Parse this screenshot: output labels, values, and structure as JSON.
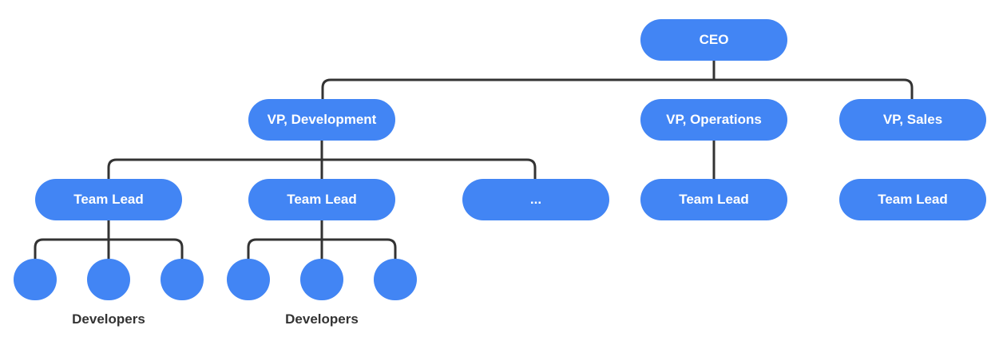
{
  "colors": {
    "node_fill": "#4285f4",
    "node_text": "#ffffff",
    "connector": "#333333",
    "caption": "#333333"
  },
  "nodes": {
    "ceo": "CEO",
    "vp_dev": "VP, Development",
    "vp_ops": "VP, Operations",
    "vp_sales": "VP, Sales",
    "lead_dev_1": "Team Lead",
    "lead_dev_2": "Team Lead",
    "more": "...",
    "lead_ops": "Team Lead",
    "lead_sales": "Team Lead"
  },
  "captions": {
    "dev_group_1": "Developers",
    "dev_group_2": "Developers"
  }
}
